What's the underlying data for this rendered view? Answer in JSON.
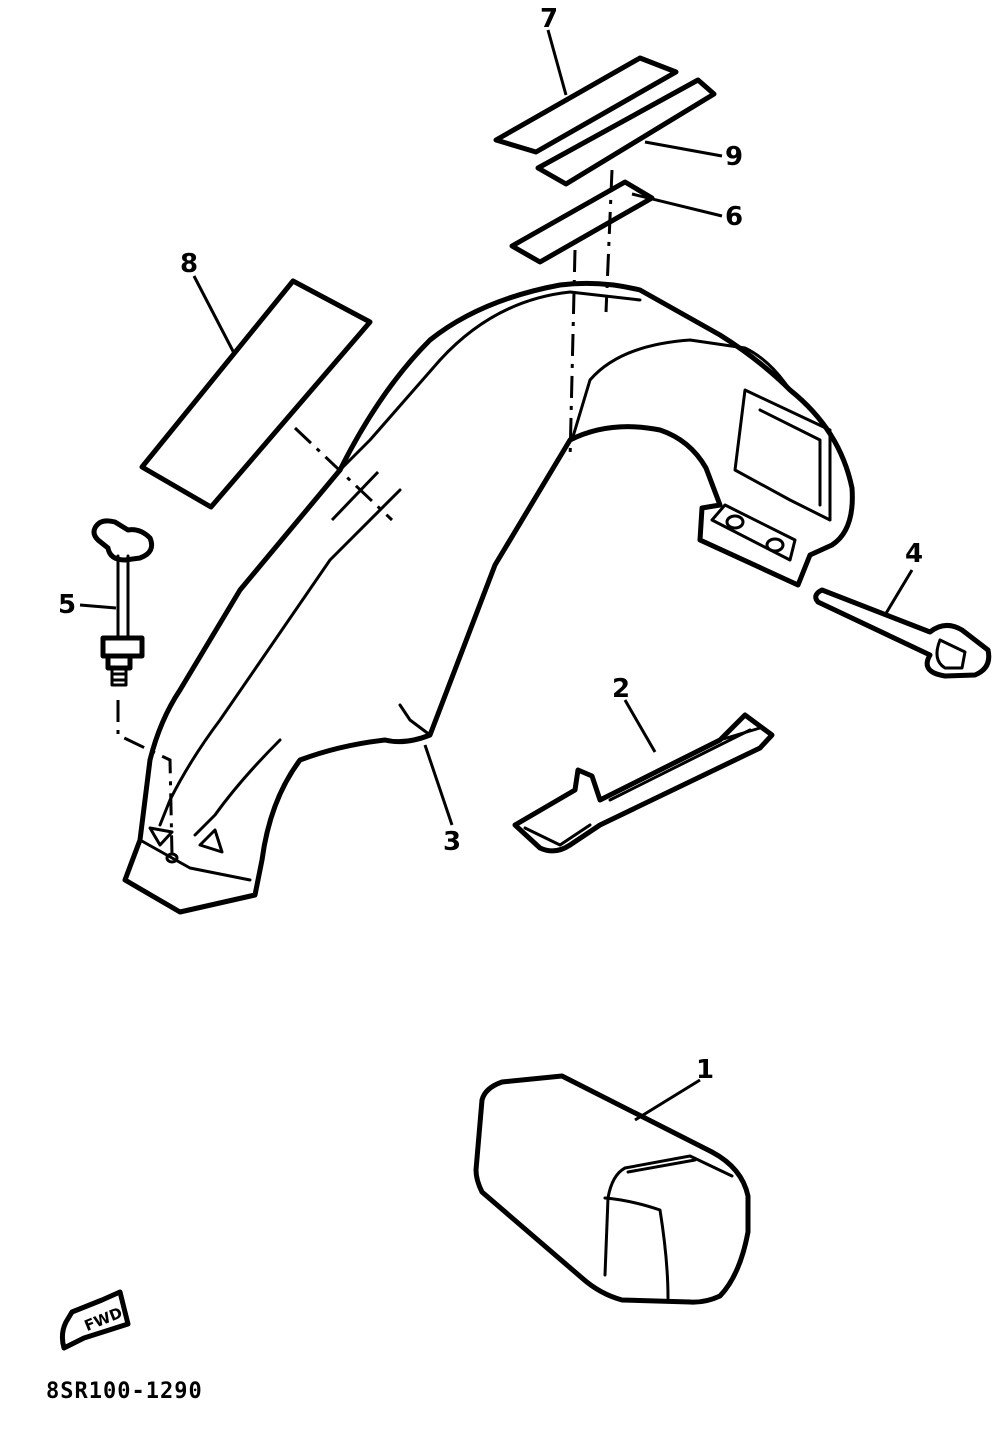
{
  "diagram_code": "8SR100-1290",
  "fwd_label": "FWD",
  "callouts": [
    {
      "number": "1",
      "part": "part-1-box"
    },
    {
      "number": "2",
      "part": "part-2-strap"
    },
    {
      "number": "3",
      "part": "part-3-fender"
    },
    {
      "number": "4",
      "part": "part-4-band"
    },
    {
      "number": "5",
      "part": "part-5-bolt"
    },
    {
      "number": "6",
      "part": "part-6-label"
    },
    {
      "number": "7",
      "part": "part-7-label"
    },
    {
      "number": "8",
      "part": "part-8-label"
    },
    {
      "number": "9",
      "part": "part-9-label"
    }
  ]
}
